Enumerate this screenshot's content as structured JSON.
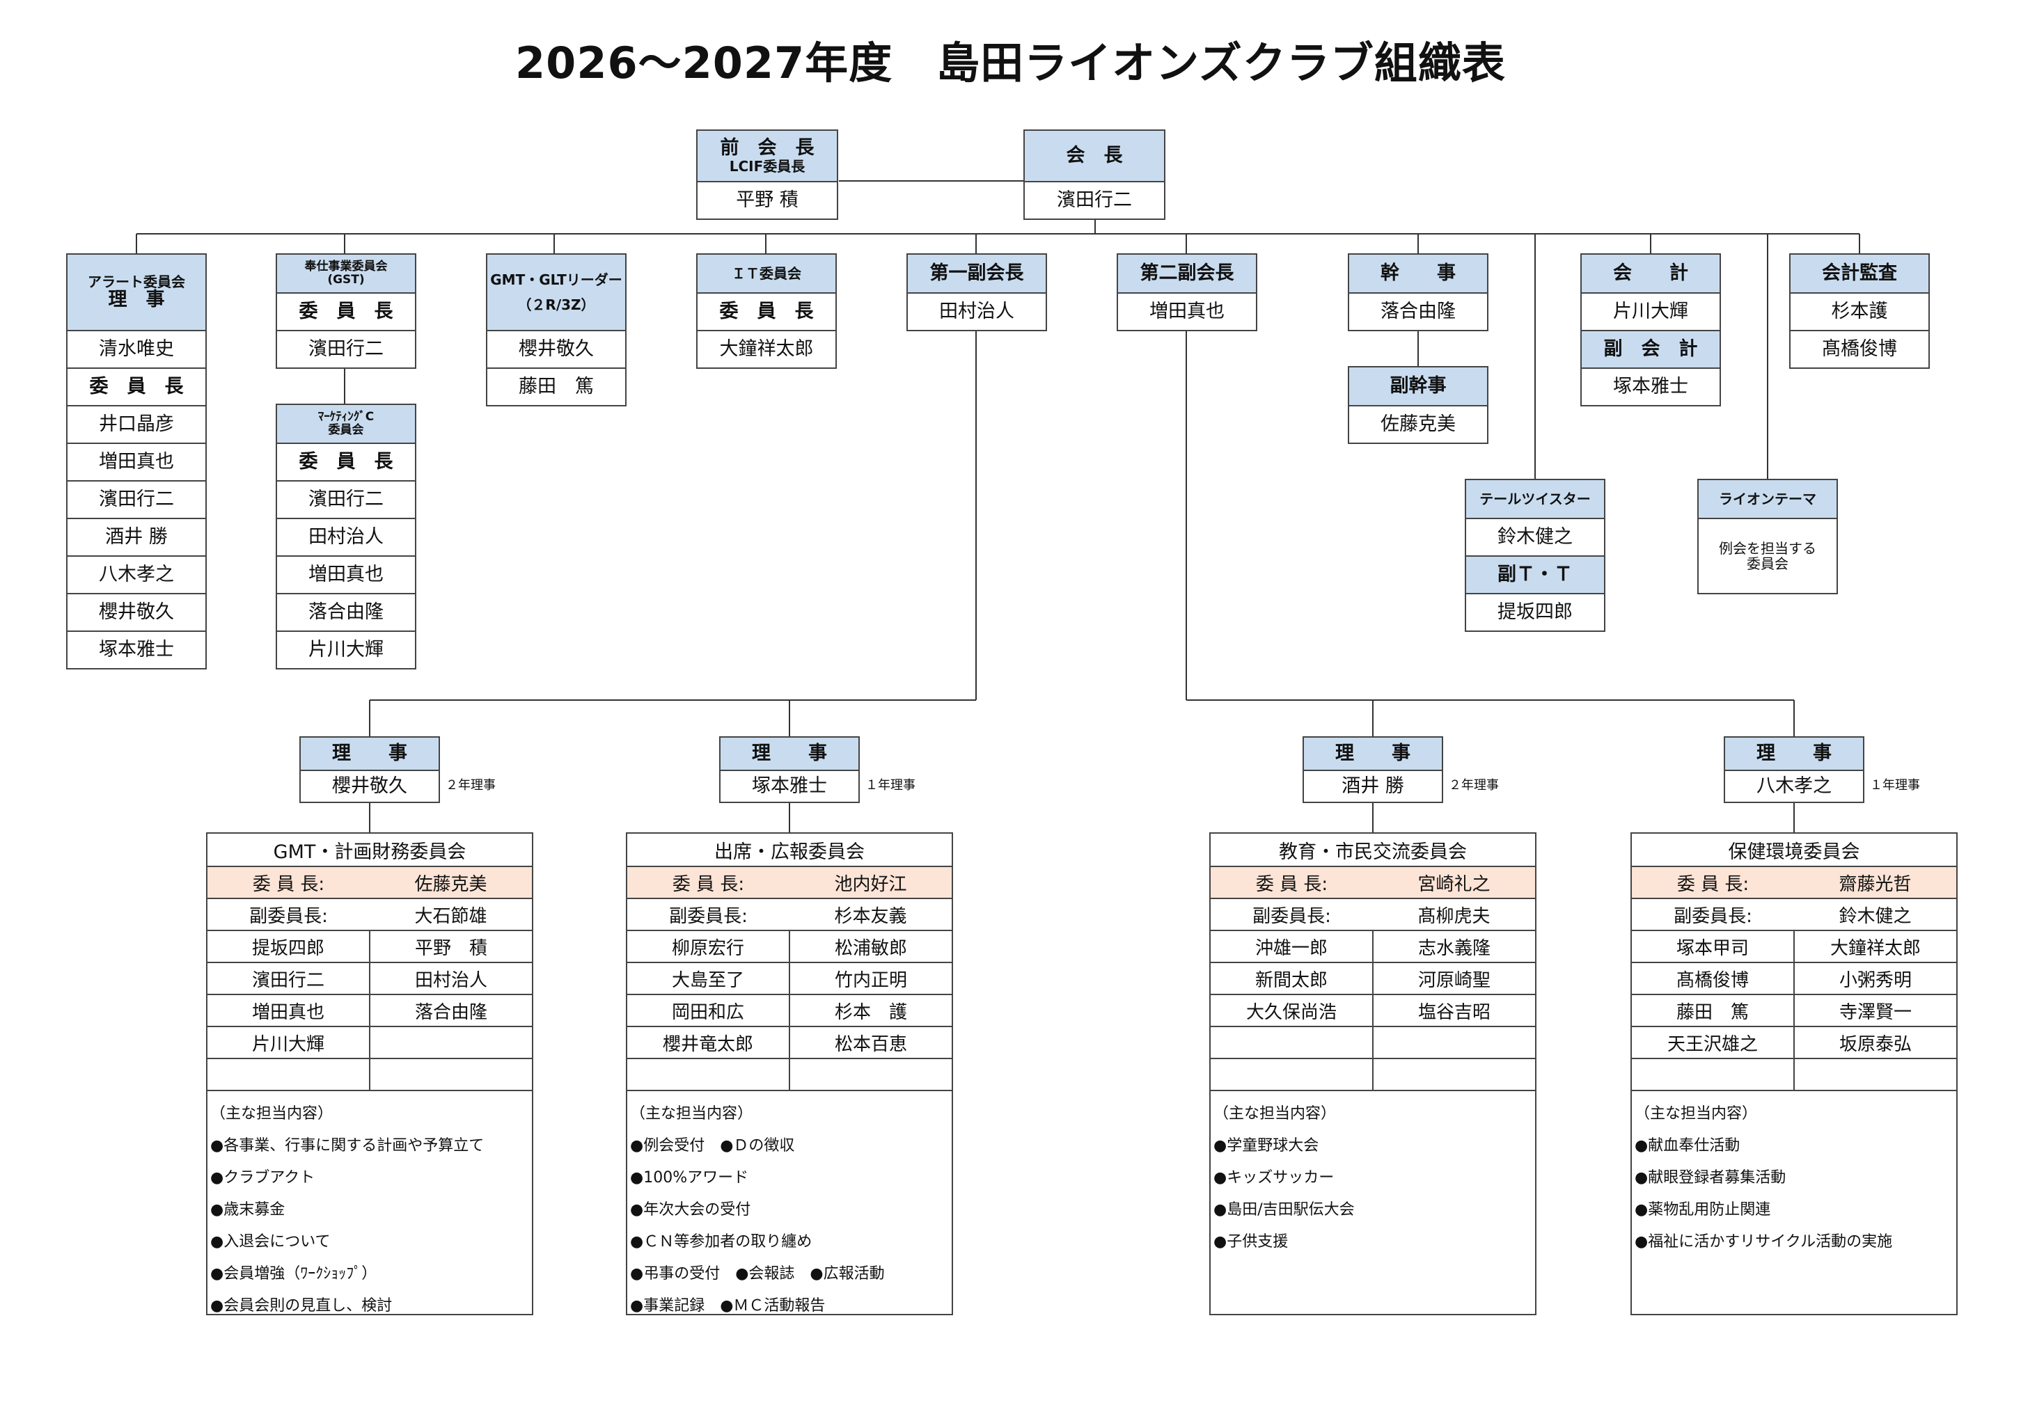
{
  "title": "2026～2027年度　島田ライオンズクラブ組織表",
  "past_president": {
    "title": "前　会　長",
    "subtitle": "LCIF委員長",
    "name": "平野 積"
  },
  "president": {
    "title": "会　長",
    "name": "濱田行二"
  },
  "alert": {
    "title1": "アラート委員会",
    "title2": "理　事",
    "name": "清水唯史",
    "chair_label": "委　員　長",
    "members": [
      "井口晶彦",
      "増田真也",
      "濱田行二",
      "酒井 勝",
      "八木孝之",
      "櫻井敬久",
      "塚本雅士"
    ]
  },
  "gst": {
    "title1": "奉仕事業委員会",
    "title2": "(GST)",
    "chair_label": "委　員　長",
    "chair": "濱田行二"
  },
  "marketing": {
    "title1": "ﾏｰｹﾃｨﾝｸﾞC",
    "title2": "委員会",
    "chair_label": "委　員　長",
    "members": [
      "濱田行二",
      "田村治人",
      "増田真也",
      "落合由隆",
      "片川大輝"
    ]
  },
  "gmt_glt": {
    "title1": "GMT・GLTリーダー",
    "title2": "（２R/3Z）",
    "members": [
      "櫻井敬久",
      "藤田　篤"
    ]
  },
  "it": {
    "title": "ＩＴ委員会",
    "chair_label": "委　員　長",
    "chair": "大鐘祥太郎"
  },
  "vp1": {
    "title": "第一副会長",
    "name": "田村治人"
  },
  "vp2": {
    "title": "第二副会長",
    "name": "増田真也"
  },
  "secretary": {
    "title": "幹　　事",
    "name": "落合由隆",
    "vice_title": "副幹事",
    "vice_name": "佐藤克美"
  },
  "treasurer": {
    "title": "会　　計",
    "name": "片川大輝",
    "vice_title": "副　会　計",
    "vice_name": "塚本雅士"
  },
  "auditor": {
    "title": "会計監査",
    "members": [
      "杉本護",
      "髙橋俊博"
    ]
  },
  "tail": {
    "title": "テールツイスター",
    "name": "鈴木健之",
    "vice_title": "副Ｔ・Ｔ",
    "vice_name": "提坂四郎"
  },
  "lion_theme": {
    "title": "ライオンテーマ",
    "text1": "例会を担当する",
    "text2": "委員会"
  },
  "directors": [
    {
      "title": "理　　事",
      "name": "櫻井敬久",
      "note": "２年理事"
    },
    {
      "title": "理　　事",
      "name": "塚本雅士",
      "note": "１年理事"
    },
    {
      "title": "理　　事",
      "name": "酒井 勝",
      "note": "２年理事"
    },
    {
      "title": "理　　事",
      "name": "八木孝之",
      "note": "１年理事"
    }
  ],
  "committees": [
    {
      "title": "GMT・計画財務委員会",
      "chair_label": "委 員 長:",
      "chair": "佐藤克美",
      "vice_label": "副委員長:",
      "vice": "大石節雄",
      "members": [
        [
          "提坂四郎",
          "平野　積"
        ],
        [
          "濱田行二",
          "田村治人"
        ],
        [
          "増田真也",
          "落合由隆"
        ],
        [
          "片川大輝",
          ""
        ],
        [
          "",
          ""
        ]
      ],
      "duties_label": "（主な担当内容）",
      "duties": [
        "●各事業、行事に関する計画や予算立て",
        "●クラブアクト",
        "●歳末募金",
        "●入退会について",
        "●会員増強（ﾜｰｸｼｮｯﾌﾟ）",
        "●会員会則の見直し、検討"
      ]
    },
    {
      "title": "出席・広報委員会",
      "chair_label": "委 員 長:",
      "chair": "池内好江",
      "vice_label": "副委員長:",
      "vice": "杉本友義",
      "members": [
        [
          "柳原宏行",
          "松浦敏郎"
        ],
        [
          "大島至了",
          "竹内正明"
        ],
        [
          "岡田和広",
          "杉本　護"
        ],
        [
          "櫻井竜太郎",
          "松本百恵"
        ],
        [
          "",
          ""
        ]
      ],
      "duties_label": "（主な担当内容）",
      "duties": [
        "●例会受付　●Ｄの徴収",
        "●100%アワード",
        "●年次大会の受付",
        "●ＣＮ等参加者の取り纏め",
        "●弔事の受付　●会報誌　●広報活動",
        "●事業記録　●ＭＣ活動報告"
      ]
    },
    {
      "title": "教育・市民交流委員会",
      "chair_label": "委 員 長:",
      "chair": "宮崎礼之",
      "vice_label": "副委員長:",
      "vice": "髙柳虎夫",
      "members": [
        [
          "沖雄一郎",
          "志水義隆"
        ],
        [
          "新間太郎",
          "河原崎聖"
        ],
        [
          "大久保尚浩",
          "塩谷吉昭"
        ],
        [
          "",
          ""
        ],
        [
          "",
          ""
        ]
      ],
      "duties_label": "（主な担当内容）",
      "duties": [
        "●学童野球大会",
        "●キッズサッカー",
        "●島田/吉田駅伝大会",
        "●子供支援"
      ]
    },
    {
      "title": "保健環境委員会",
      "chair_label": "委 員 長:",
      "chair": "齋藤光哲",
      "vice_label": "副委員長:",
      "vice": "鈴木健之",
      "members": [
        [
          "塚本甲司",
          "大鐘祥太郎"
        ],
        [
          "髙橋俊博",
          "小粥秀明"
        ],
        [
          "藤田　篤",
          "寺澤賢一"
        ],
        [
          "天王沢雄之",
          "坂原泰弘"
        ],
        [
          "",
          ""
        ]
      ],
      "duties_label": "（主な担当内容）",
      "duties": [
        "●献血奉仕活動",
        "●献眼登録者募集活動",
        "●薬物乱用防止関連",
        "●福祉に活かすリサイクル活動の実施"
      ]
    }
  ]
}
